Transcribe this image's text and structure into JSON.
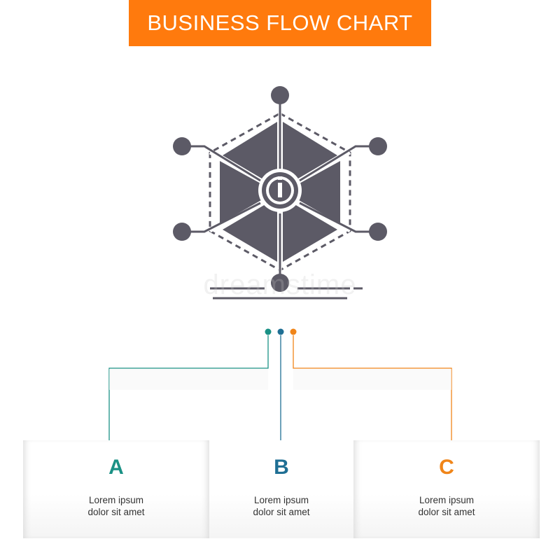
{
  "header": {
    "title": "BUSINESS FLOW CHART"
  },
  "colors": {
    "banner": "#ff7a0d",
    "icon": "#5c5a66",
    "a": "#1a9185",
    "b": "#1f6f94",
    "c": "#f08519"
  },
  "center_icon": {
    "name": "resources-network-info-icon",
    "symbol": "i"
  },
  "watermark": "dreamstime",
  "steps": [
    {
      "letter": "A",
      "line1": "Lorem ipsum",
      "line2": "dolor sit amet",
      "color": "#1a9185"
    },
    {
      "letter": "B",
      "line1": "Lorem ipsum",
      "line2": "dolor sit amet",
      "color": "#1f6f94"
    },
    {
      "letter": "C",
      "line1": "Lorem ipsum",
      "line2": "dolor sit amet",
      "color": "#f08519"
    }
  ]
}
